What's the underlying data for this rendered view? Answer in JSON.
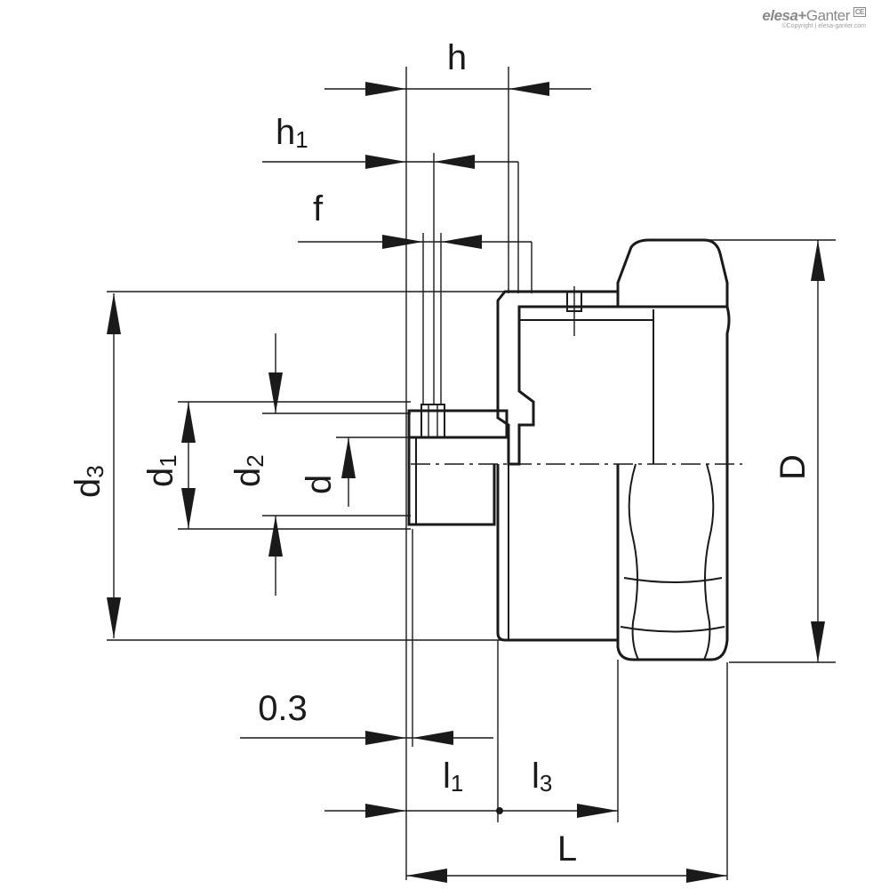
{
  "brand": {
    "name_part1": "elesa",
    "plus": "+",
    "name_part2": "Ganter",
    "mark": "CE",
    "copyright": "©Copyright | elesa-ganter.com"
  },
  "labels": {
    "h": "h",
    "h1": "h",
    "h1_sub": "1",
    "f": "f",
    "d3": "d",
    "d3_sub": "3",
    "d1": "d",
    "d1_sub": "1",
    "d2": "d",
    "d2_sub": "2",
    "d": "d",
    "D": "D",
    "gap": "0.3",
    "l1": "l",
    "l1_sub": "1",
    "l3": "l",
    "l3_sub": "3",
    "L": "L"
  },
  "colors": {
    "line": "#1a1a1a",
    "logo": "#8a8a8a"
  }
}
